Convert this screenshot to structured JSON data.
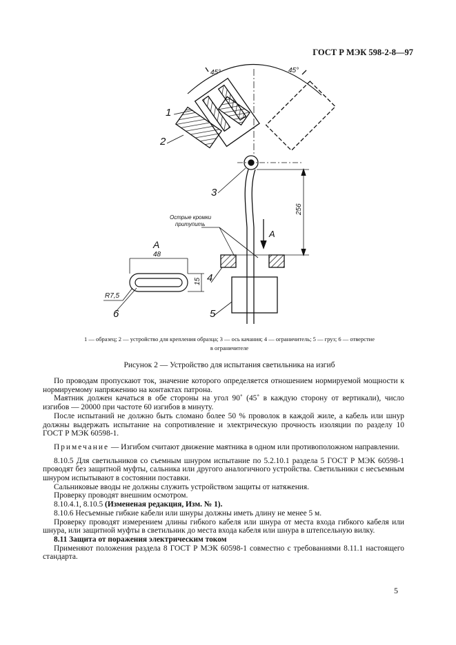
{
  "header": {
    "standard": "ГОСТ Р МЭК 598-2-8—97"
  },
  "figure": {
    "dims": {
      "angle_left": "45°",
      "angle_right": "45°",
      "dim_256": "256",
      "dim_48": "48",
      "dim_15": "15",
      "dim_r75": "R7,5"
    },
    "labels": {
      "n1": "1",
      "n2": "2",
      "n3": "3",
      "n4": "4",
      "n5": "5",
      "n6": "6",
      "view_a": "А",
      "arrow_a": "А"
    },
    "edge_note_line1": "Острые кромки",
    "edge_note_line2": "притупить",
    "legend_line1": "1 — образец; 2 — устройство для крепления образца; 3 — ось качания; 4 — ограничитель; 5 — груз; 6 — отверстие",
    "legend_line2": "в ограничителе",
    "caption": "Рисунок 2 — Устройство для испытания светильника на изгиб"
  },
  "paragraphs": {
    "p1": "По проводам пропускают ток, значение которого определяется отношением нормируемой мощности к нормируемому напряжению на контактах патрона.",
    "p2": "Маятник должен качаться в обе стороны на угол 90˚ (45˚ в каждую сторону от вертикали), число изгибов — 20000 при частоте 60 изгибов в минуту.",
    "p3": "После испытаний не должно быть сломано более 50 % проволок в каждой жиле, а кабель или шнур должны выдержать испытание на сопротивление и электрическую прочность изоляции по разделу 10 ГОСТ Р МЭК 60598-1.",
    "note_label": "Примечание",
    "note_text": " — Изгибом считают движение маятника в одном или противоположном направлении.",
    "p4": "8.10.5 Для светильников со съемным шнуром испытание по 5.2.10.1 раздела 5 ГОСТ Р МЭК 60598-1 проводят без защитной муфты, сальника или другого аналогичного устройства. Светильники с несъемным шнуром испытывают в состоянии поставки.",
    "p5": "Сальниковые вводы не должны служить устройством защиты от натяжения.",
    "p6": "Проверку проводят внешним осмотром.",
    "p7_prefix": "8.10.4.1, 8.10.5 ",
    "p7_bold": "(Измененая редакция, Изм. № 1).",
    "p8": "8.10.6 Несъемные гибкие кабели или шнуры должны иметь длину не менее 5 м.",
    "p9": "Проверку проводят измерением длины гибкого кабеля или шнура от места входа гибкого кабеля или шнура, или защитной муфты в светильник до места входа кабеля или шнура в штепсельную вилку.",
    "h811": "8.11 Защита от поражения электрическим током",
    "p10": "Применяют положения раздела 8 ГОСТ Р МЭК 60598-1 совместно с требованиями 8.11.1 настоящего стандарта."
  },
  "page_number": "5"
}
